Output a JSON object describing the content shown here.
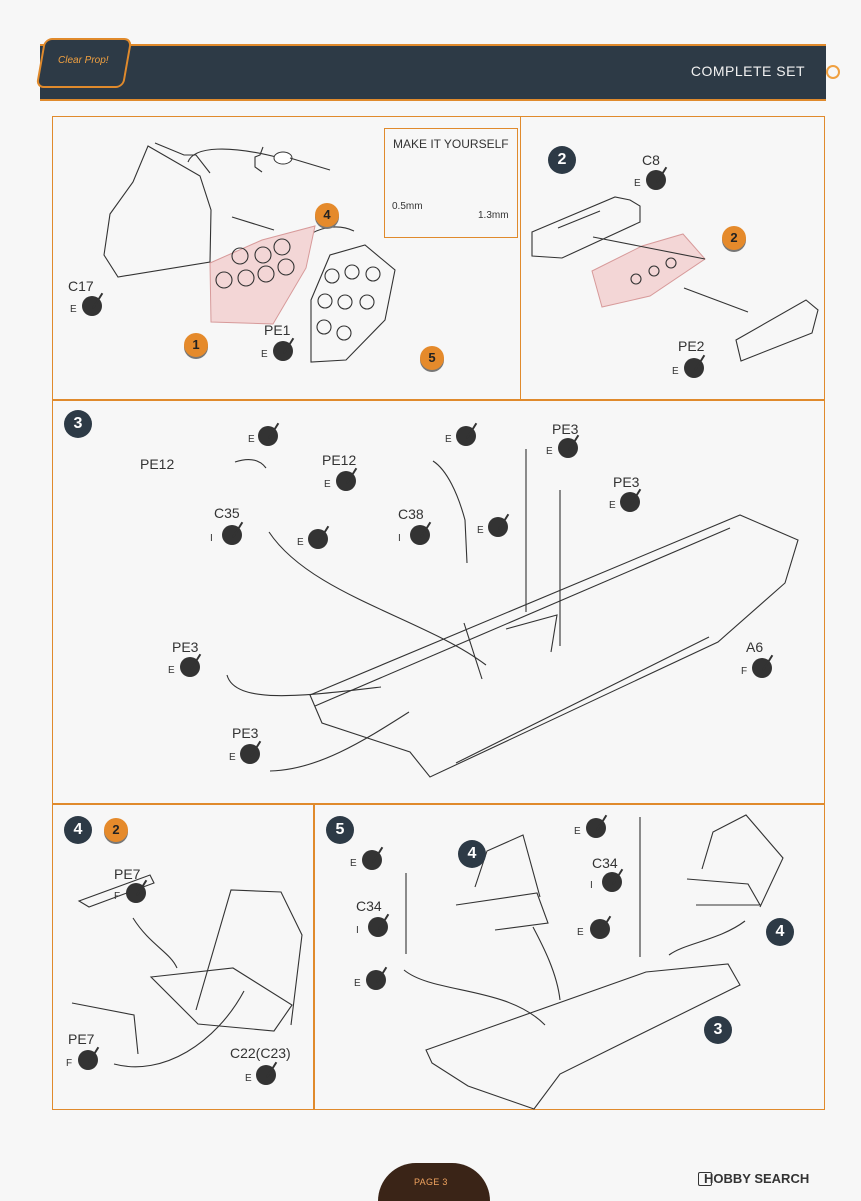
{
  "header": {
    "title": "COMPLETE SET",
    "logo_text": "Clear Prop!"
  },
  "steps": {
    "s1": "1",
    "s2": "2",
    "s3": "3",
    "s4": "4",
    "s5": "5",
    "s4_note": "2",
    "s2_note": "2",
    "s5_note": "5",
    "s4_ref": "4",
    "s5_ref_left": "4",
    "s5_ref_right": "4",
    "s5_base": "3"
  },
  "labels": {
    "make_it_yourself": "MAKE IT YOURSELF",
    "dim_05": "0.5mm",
    "dim_13": "1.3mm",
    "c17": "C17",
    "pe1": "PE1",
    "c8": "C8",
    "pe2": "PE2",
    "pe12_a": "PE12",
    "pe12_b": "PE12",
    "c35": "C35",
    "c38": "C38",
    "pe3_a": "PE3",
    "pe3_b": "PE3",
    "pe3_c": "PE3",
    "pe3_d": "PE3",
    "a6": "A6",
    "pe7_a": "PE7",
    "pe7_b": "PE7",
    "c22": "C22(C23)",
    "c34_left": "C34",
    "c34_right": "C34"
  },
  "mark_letters": {
    "e": "E",
    "i": "I",
    "f": "F"
  },
  "footer": {
    "page": "PAGE 3",
    "watermark": "HOBBY SEARCH"
  },
  "colors": {
    "accent": "#e08a2c",
    "banner": "#2d3a46",
    "panel": "#f3d6d6"
  }
}
